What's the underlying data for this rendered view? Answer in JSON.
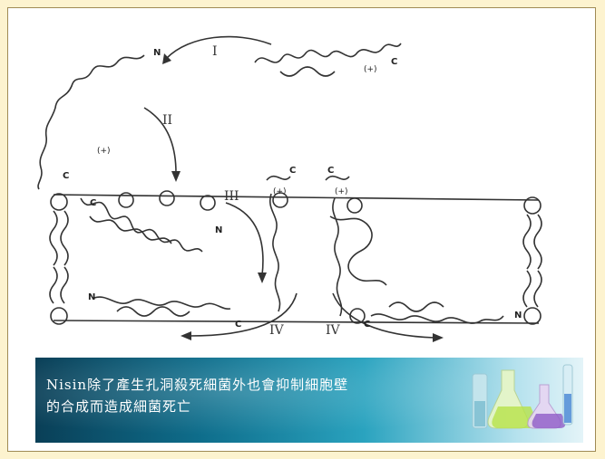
{
  "diagram": {
    "step_labels": [
      "I",
      "II",
      "III",
      "IV",
      "IV"
    ],
    "terminus_labels": {
      "n": "N",
      "c": "C"
    },
    "charge_label": "(+)"
  },
  "caption": {
    "line1": "Nisin除了產生孔洞殺死細菌外也會抑制細胞壁",
    "line2": "的合成而造成細菌死亡"
  },
  "colors": {
    "page_background": "#fdf3cf",
    "frame_border": "#a08a55",
    "banner_dark": "#0a3f57",
    "banner_light": "#e4f4f8",
    "caption_text": "#ffffff"
  }
}
